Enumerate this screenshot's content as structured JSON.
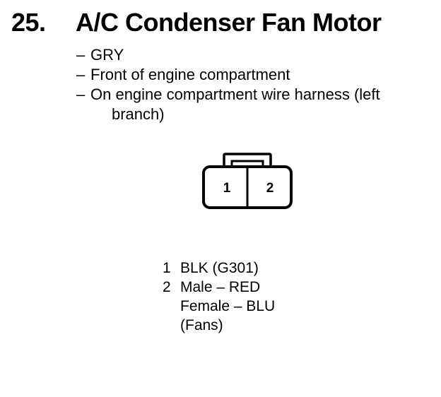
{
  "heading": {
    "number": "25.",
    "title": "A/C Condenser Fan Motor"
  },
  "info": {
    "dash": "–",
    "color": "GRY",
    "location": "Front of engine compartment",
    "harness_line1": "On engine compartment wire harness (left",
    "harness_line2": "branch)"
  },
  "connector": {
    "pins": [
      "1",
      "2"
    ]
  },
  "pins": [
    {
      "number": "1",
      "lines": [
        "BLK (G301)"
      ]
    },
    {
      "number": "2",
      "lines": [
        "Male – RED",
        "Female – BLU",
        "(Fans)"
      ]
    }
  ]
}
